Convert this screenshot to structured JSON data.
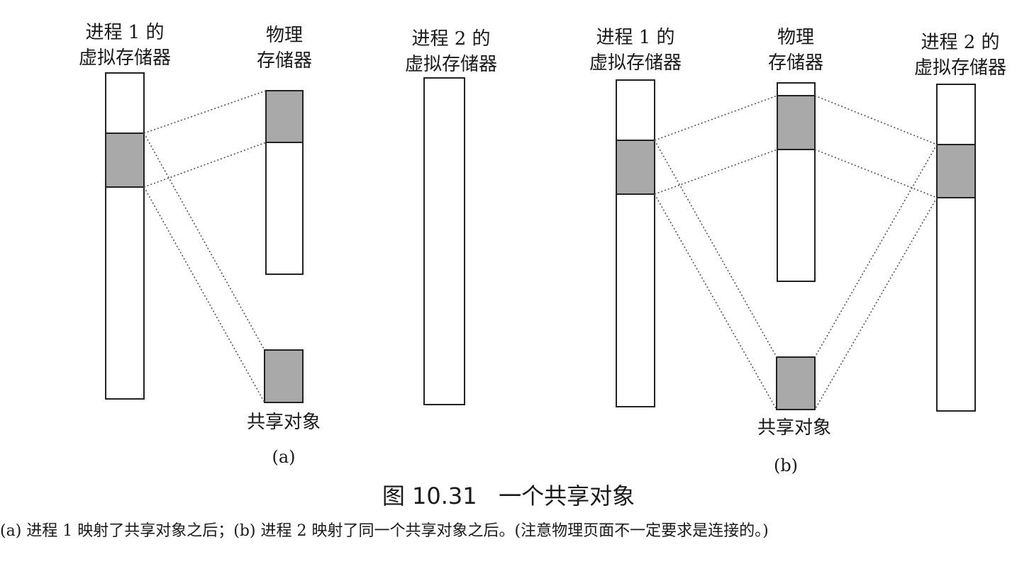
{
  "panel_a": {
    "proc1_vm_label": [
      "进程 1 的",
      "虚拟存储器"
    ],
    "phys_mem_label": [
      "物理",
      "存储器"
    ],
    "proc2_vm_label": [
      "进程 2 的",
      "虚拟存储器"
    ],
    "shared_object_label": "共享对象",
    "sub_label": "(a)"
  },
  "panel_b": {
    "proc1_vm_label": [
      "进程 1 的",
      "虚拟存储器"
    ],
    "phys_mem_label": [
      "物理",
      "存储器"
    ],
    "proc2_vm_label": [
      "进程 2 的",
      "虚拟存储器"
    ],
    "shared_object_label": "共享对象",
    "sub_label": "(b)"
  },
  "figure_title": "图 10.31   一个共享对象",
  "figure_caption": "(a) 进程 1 映射了共享对象之后；(b) 进程 2 映射了同一个共享对象之后。(注意物理页面不一定要求是连接的。)",
  "colors": {
    "page_fill": "#a9a9a9",
    "outline": "#222222",
    "dotted_line": "#555555"
  }
}
